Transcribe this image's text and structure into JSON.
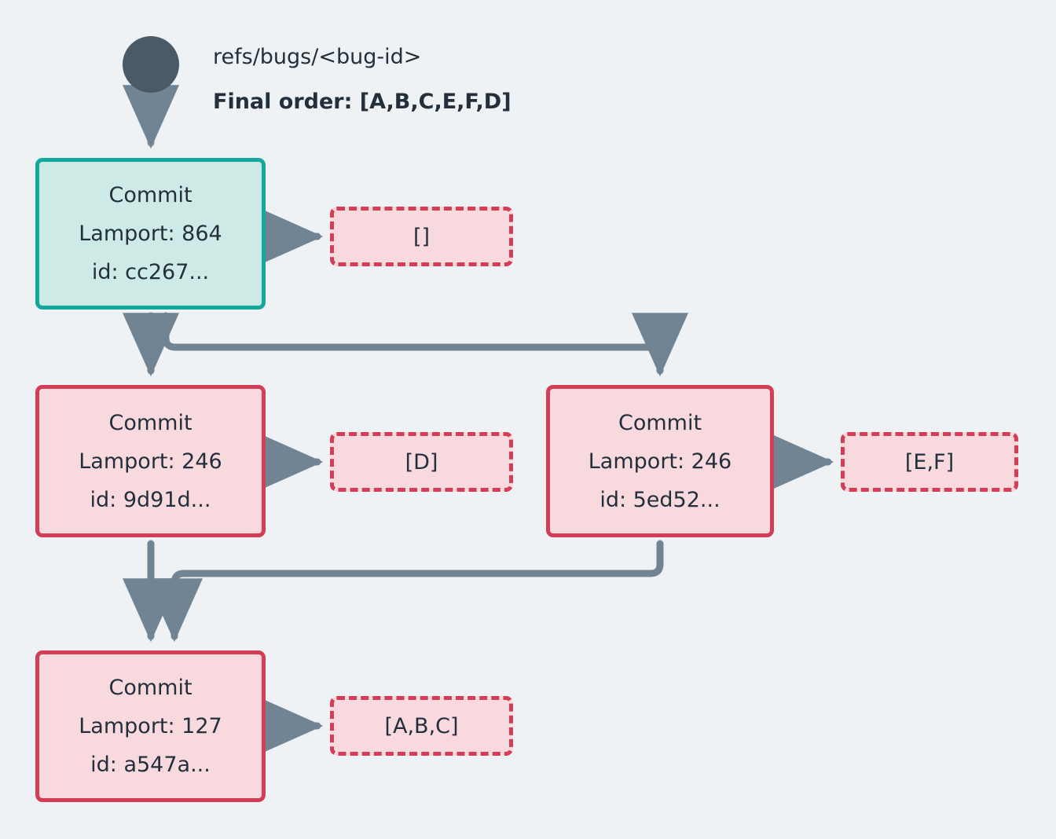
{
  "diagram": {
    "title": "refs/bugs/<bug-id> commit DAG",
    "background_color": "#eef2f5",
    "head_color": "#13a89e",
    "head_fill": "#cdeae6",
    "commit_color": "#d43d56",
    "commit_fill": "#f7d9de",
    "edge_color": "#708494",
    "root_color": "#4a5a66",
    "text_color": "#23303c"
  },
  "header": {
    "ref_label": "refs/bugs/<bug-id>",
    "final_order_label": "Final order: [A,B,C,E,F,D]"
  },
  "nodes": {
    "root": {
      "name": "root-ref-node"
    },
    "commit_head": {
      "kind_label": "Commit",
      "lamport_label": "Lamport: 864",
      "id_label": "id: cc267..."
    },
    "commit_d": {
      "kind_label": "Commit",
      "lamport_label": "Lamport: 246",
      "id_label": "id: 9d91d..."
    },
    "commit_ef": {
      "kind_label": "Commit",
      "lamport_label": "Lamport: 246",
      "id_label": "id: 5ed52..."
    },
    "commit_abc": {
      "kind_label": "Commit",
      "lamport_label": "Lamport: 127",
      "id_label": "id: a547a..."
    }
  },
  "operations": {
    "head_ops": "[]",
    "d_ops": "[D]",
    "ef_ops": "[E,F]",
    "abc_ops": "[A,B,C]"
  }
}
